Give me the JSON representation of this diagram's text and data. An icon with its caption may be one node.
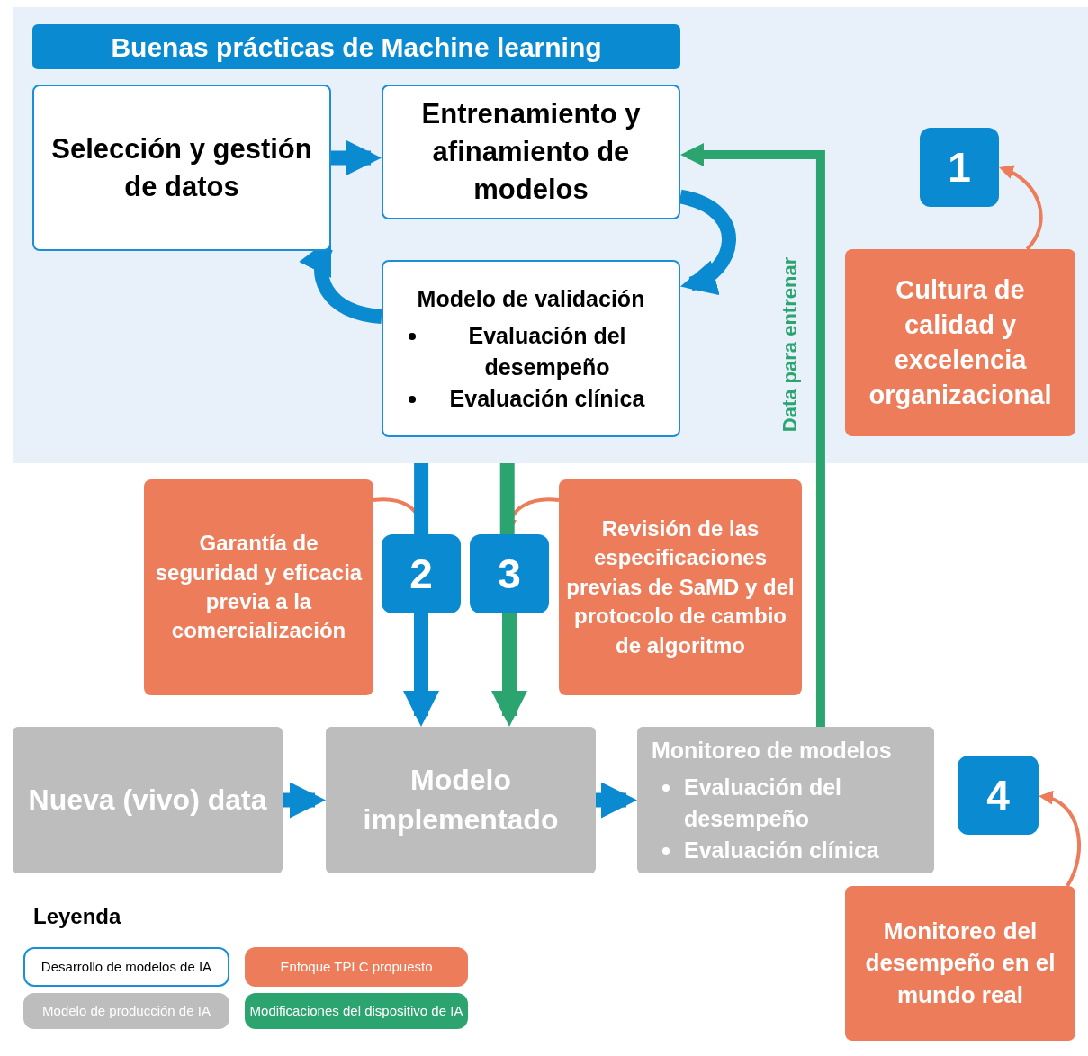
{
  "diagram": {
    "nodes": [
      {
        "text": [
          "Buenas prácticas de Machine learning"
        ]
      },
      {
        "text": [
          "Selección y gestión de datos"
        ],
        "in": 0
      },
      {
        "text": [
          "Entrenamiento y afinamiento de modelos"
        ],
        "in": 0
      },
      {
        "text": [
          "Modelo de validación",
          "Evaluación del desempeño",
          "Evaluación clínica"
        ],
        "in": 0
      },
      {
        "text": [
          "1"
        ],
        "in": 0
      },
      {
        "text": [
          "Cultura de calidad y excelencia organizacional"
        ],
        "in": 0
      },
      {
        "text": [
          "Garantía de seguridad y eficacia previa a la comercialización"
        ]
      },
      {
        "text": [
          "2"
        ]
      },
      {
        "text": [
          "3"
        ]
      },
      {
        "text": [
          "Revisión de las especificaciones previas de SaMD y del protocolo de cambio de algoritmo"
        ]
      },
      {
        "text": [
          "Nueva (vivo) data"
        ]
      },
      {
        "text": [
          "Modelo implementado"
        ]
      },
      {
        "text": [
          "Monitoreo de modelos",
          "Evaluación del desempeño",
          "Evaluación clínica"
        ]
      },
      {
        "text": [
          "4"
        ]
      },
      {
        "text": [
          "Monitoreo del desempeño en el mundo real"
        ]
      }
    ],
    "edges": [
      {
        "from": 1,
        "to": 2,
        "arrow": "to"
      },
      {
        "from": 2,
        "to": 3,
        "arrow": "to"
      },
      {
        "from": 3,
        "to": 1,
        "arrow": "to"
      },
      {
        "from": 5,
        "to": 4,
        "arrow": "to",
        "color": "#ec7c5a"
      },
      {
        "from": 6,
        "to": 7,
        "arrow": "to",
        "color": "#ec7c5a"
      },
      {
        "from": 9,
        "to": 8,
        "arrow": "to",
        "color": "#ec7c5a"
      },
      {
        "from": 0,
        "to": 7,
        "arrow": "none"
      },
      {
        "from": 7,
        "to": 11,
        "arrow": "to"
      },
      {
        "from": 0,
        "to": 8,
        "arrow": "none",
        "color": "#2ca46f"
      },
      {
        "from": 8,
        "to": 11,
        "arrow": "to",
        "color": "#2ca46f"
      },
      {
        "from": 10,
        "to": 11,
        "arrow": "to"
      },
      {
        "from": 11,
        "to": 12,
        "arrow": "to"
      },
      {
        "from": 12,
        "to": 2,
        "arrow": "to",
        "label": "Data para entrenar",
        "color": "#2ca46f"
      },
      {
        "from": 14,
        "to": 13,
        "arrow": "to",
        "color": "#ec7c5a"
      }
    ],
    "labels": [
      "Leyenda"
    ],
    "legend": [
      {
        "text": "Desarrollo de modelos de IA"
      },
      {
        "text": "Enfoque TPLC propuesto",
        "color": "#ec7c5a"
      },
      {
        "text": "Modelo de producción de IA",
        "color": "#bdbdbd"
      },
      {
        "text": "Modificaciones del dispositivo de IA",
        "color": "#2ca46f"
      }
    ]
  }
}
